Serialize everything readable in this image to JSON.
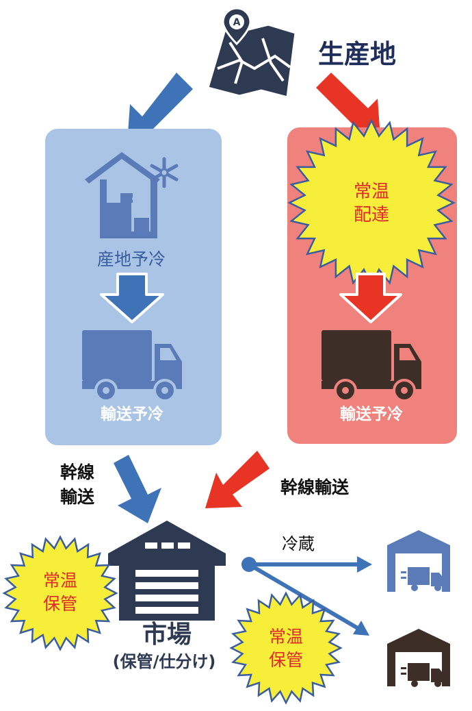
{
  "origin": {
    "label": "生産地"
  },
  "left_panel": {
    "step1_label": "産地予冷",
    "step2_label": "輸送予冷"
  },
  "right_panel": {
    "burst_line1": "常温",
    "burst_line2": "配達",
    "step2_label": "輸送予冷"
  },
  "trunk": {
    "left_line1": "幹線",
    "left_line2": "輸送",
    "right_label": "幹線輸送"
  },
  "market": {
    "title": "市場",
    "subtitle": "(保管/仕分け)",
    "left_burst_line1": "常温",
    "left_burst_line2": "保管",
    "right_burst_line1": "常温",
    "right_burst_line2": "保管",
    "cold_label": "冷蔵"
  },
  "colors": {
    "navy": "#2d3a52",
    "blue_panel": "#a9c4e4",
    "blue_arrow": "#3f73b8",
    "blue_icon": "#5a7bb8",
    "red_panel": "#ef827d",
    "red_arrow": "#e83424",
    "dark_brown": "#3e2e28",
    "burst_yellow": "#f7ee3a",
    "burst_text": "#e1292a",
    "white": "#ffffff"
  }
}
